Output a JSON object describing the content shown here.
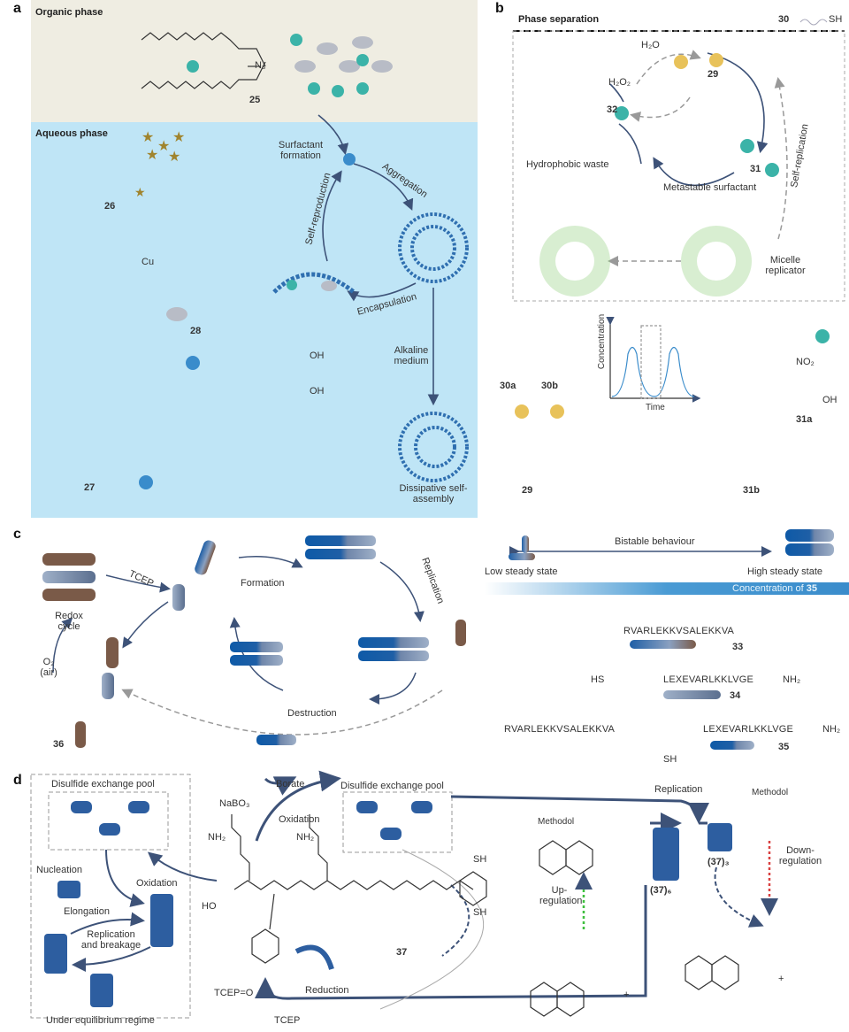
{
  "panel_a": {
    "label": "a",
    "organic_phase": "Organic phase",
    "aqueous_phase": "Aqueous phase",
    "compound_25": "25",
    "azide": "N₃",
    "compound_26": "26",
    "compound_28": "28",
    "compound_27": "27",
    "copper": "Cu",
    "hydroxyl_1": "OH",
    "hydroxyl_2": "OH",
    "surfactant_formation": "Surfactant formation",
    "aggregation": "Aggregation",
    "self_reproduction": "Self-reproduction",
    "encapsulation": "Encapsulation",
    "alkaline_medium": "Alkaline medium",
    "dissipative": "Dissipative self-assembly"
  },
  "panel_b": {
    "label": "b",
    "phase_separation": "Phase separation",
    "compound_30": "30",
    "sh": "SH",
    "water": "H₂O",
    "peroxide": "H₂O₂",
    "compound_29": "29",
    "compound_32": "32",
    "compound_31": "31",
    "hydrophobic_waste": "Hydrophobic waste",
    "metastable": "Metastable surfactant",
    "self_replication": "Self-replication",
    "micelle_replicator": "Micelle replicator",
    "c30a": "30a",
    "c30b": "30b",
    "c31a": "31a",
    "c31b": "31b",
    "c29": "29",
    "ylabel": "Concentration",
    "xlabel": "Time",
    "nitro": "NO₂",
    "oh": "OH"
  },
  "panel_c": {
    "label": "c",
    "tcep": "TCEP",
    "formation": "Formation",
    "replication": "Replication",
    "redox_cycle": "Redox cycle",
    "o2": "O₂ (air)",
    "destruction": "Destruction",
    "compound_36": "36",
    "bistable": "Bistable behaviour",
    "low_state": "Low steady state",
    "high_state": "High steady state",
    "concentration_prefix": "Concentration of ",
    "concentration_compound": "35",
    "seq_33": "RVARLEKKVSALEKKVA",
    "seq_34": "LEXEVARLKKLVGE",
    "seq_35a": "RVARLEKKVSALEKKVA",
    "seq_35b": "LEXEVARLKKLVGE",
    "compound_33": "33",
    "compound_34": "34",
    "compound_35": "35",
    "nh2": "NH₂",
    "hs": "HS",
    "sh": "SH"
  },
  "panel_d": {
    "label": "d",
    "pool_left": "Disulfide exchange pool",
    "pool_mid": "Disulfide exchange pool",
    "nucleation": "Nucleation",
    "elongation": "Elongation",
    "oxidation_left": "Oxidation",
    "replication_breakage": "Replication and breakage",
    "equilibrium": "Under equilibrium regime",
    "nabo3": "NaBO₃",
    "borate": "Borate",
    "oxidation_mid": "Oxidation",
    "nh2": "NH₂",
    "ho": "HO",
    "compound_37": "37",
    "reduction": "Reduction",
    "tcep_o": "TCEP=O",
    "tcep": "TCEP",
    "replication": "Replication",
    "methodol_1": "Methodol",
    "methodol_2": "Methodol",
    "up_regulation": "Up-regulation",
    "down_regulation": "Down-regulation",
    "hexamer": "(37)₆",
    "trimer": "(37)₃",
    "plus": "+",
    "sh": "SH"
  },
  "colors": {
    "organic_bg": "#efede2",
    "aqueous_bg": "#bfe5f6",
    "blue": "#2f6fb0",
    "arrow": "#3d5278",
    "green": "#8fcf7a",
    "teal": "#3bb3a8"
  }
}
